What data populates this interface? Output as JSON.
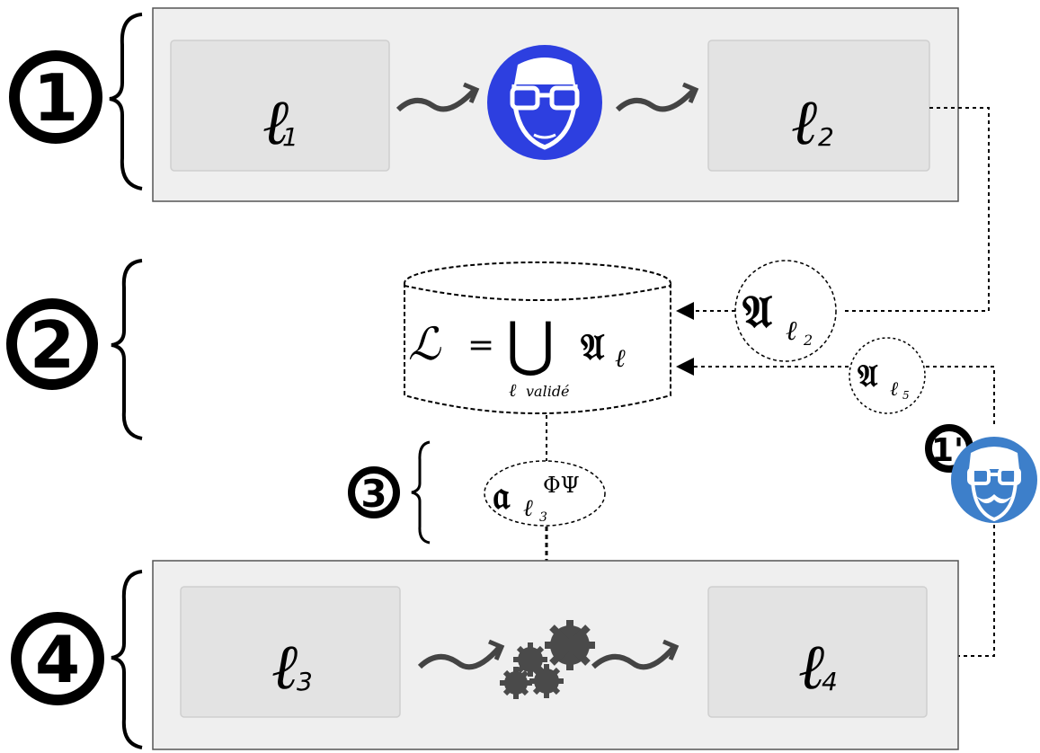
{
  "steps": [
    {
      "num": "1"
    },
    {
      "num": "2"
    },
    {
      "num": "3"
    },
    {
      "num": "4"
    },
    {
      "num": "1'"
    }
  ],
  "stage1": {
    "left_box": {
      "symbol": "ℓ",
      "sub": "1"
    },
    "right_box": {
      "symbol": "ℓ",
      "sub": "2"
    },
    "center_icon": "safety-goggles-person-icon"
  },
  "database": {
    "formula_lhs": "ℒ",
    "formula_eq": "=",
    "union": "⋃",
    "frak": "𝔄",
    "frak_sub": "ℓ",
    "under_ell": "ℓ",
    "under_text": "validé"
  },
  "bubbles": {
    "a_l2": {
      "frak": "𝔄",
      "sub_ell": "ℓ",
      "sub_num": "2"
    },
    "a_l5": {
      "frak": "𝔄",
      "sub_ell": "ℓ",
      "sub_num": "5"
    },
    "a_l3": {
      "frak": "𝔞",
      "sub_ell": "ℓ",
      "sub_num": "3",
      "sup": "ΦΨ"
    }
  },
  "stage4": {
    "left_box": {
      "symbol": "ℓ",
      "sub": "3"
    },
    "right_box": {
      "symbol": "ℓ",
      "sub": "4"
    },
    "center_icon": "gears-icon"
  },
  "operator": {
    "icon": "mustache-goggles-person-icon"
  },
  "colors": {
    "panel_bg": "#efefef",
    "box_bg": "#e3e3e3",
    "icon_blue": "#2d3fe0",
    "icon_light_blue": "#3d7fca",
    "gear_gray": "#4a4a4a"
  }
}
